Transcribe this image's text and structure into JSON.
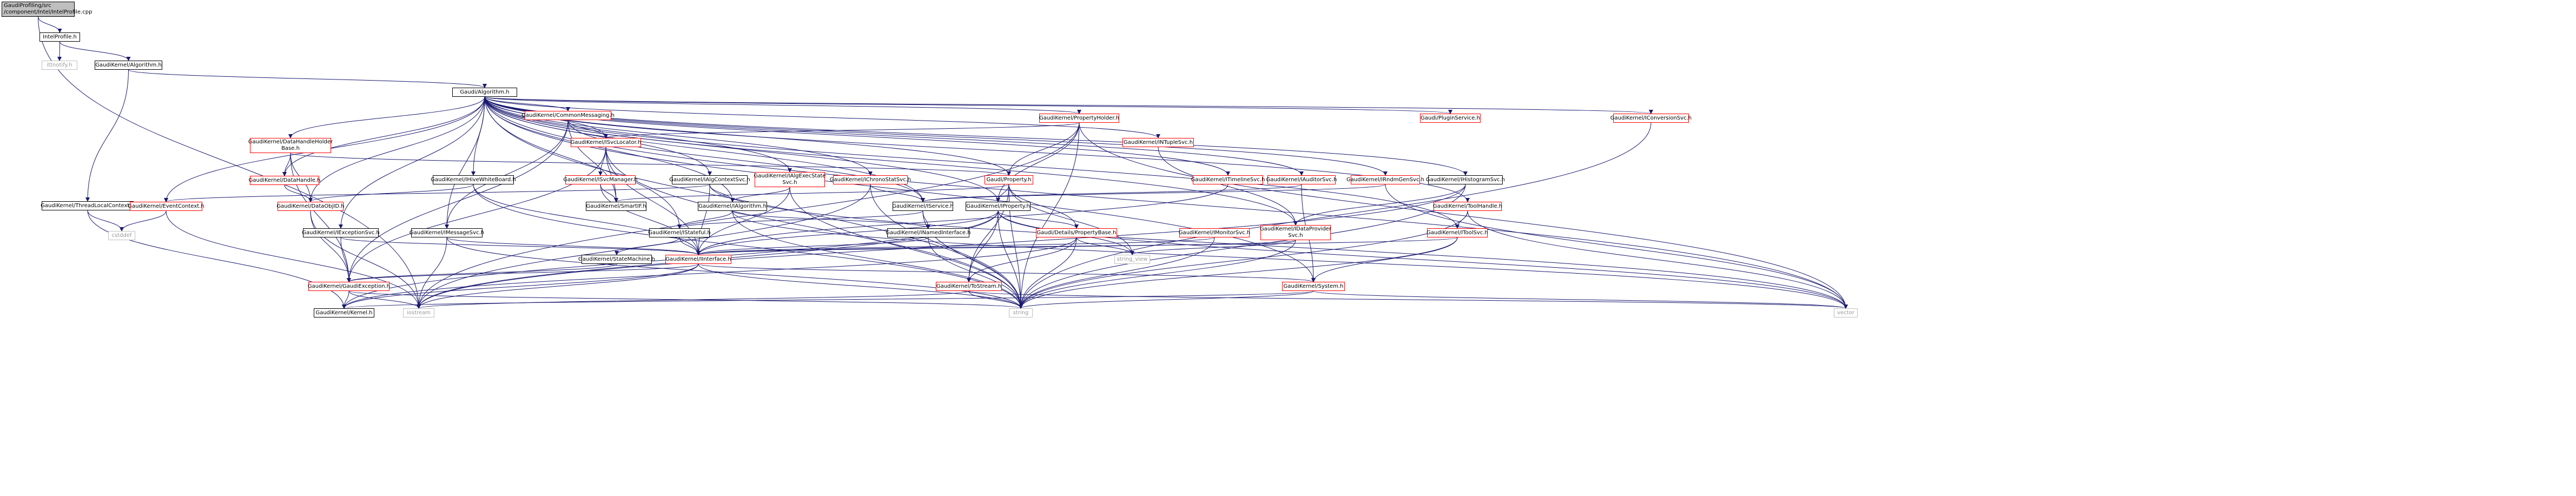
{
  "graph": {
    "root": "GaudiProfiling/src/component/Intel/IntelProfile.cpp",
    "edge_color": "#191970",
    "nodes": [
      {
        "id": "root",
        "label": "GaudiProfiling/src\n/component/Intel/IntelProfile.cpp",
        "kind": "root"
      },
      {
        "id": "intelprofile",
        "label": "IntelProfile.h",
        "kind": "black"
      },
      {
        "id": "ittnotify",
        "label": "ittnotify.h",
        "kind": "noborder"
      },
      {
        "id": "kalg",
        "label": "GaudiKernel/Algorithm.h",
        "kind": "black"
      },
      {
        "id": "tlc",
        "label": "GaudiKernel/ThreadLocalContext.h",
        "kind": "black"
      },
      {
        "id": "galg",
        "label": "Gaudi/Algorithm.h",
        "kind": "black"
      },
      {
        "id": "cstddef",
        "label": "cstddef",
        "kind": "noborder"
      },
      {
        "id": "commsg",
        "label": "GaudiKernel/CommonMessaging.h",
        "kind": "red"
      },
      {
        "id": "dhhb",
        "label": "GaudiKernel/DataHandleHolder\nBase.h",
        "kind": "red"
      },
      {
        "id": "dh",
        "label": "GaudiKernel/DataHandle.h",
        "kind": "red"
      },
      {
        "id": "dataobjid",
        "label": "GaudiKernel/DataObjID.h",
        "kind": "red"
      },
      {
        "id": "isvcloc",
        "label": "GaudiKernel/ISvcLocator.h",
        "kind": "red"
      },
      {
        "id": "isvcmgr",
        "label": "GaudiKernel/ISvcManager.h",
        "kind": "red"
      },
      {
        "id": "ihwb",
        "label": "GaudiKernel/IHiveWhiteBoard.h",
        "kind": "black"
      },
      {
        "id": "smartif",
        "label": "GaudiKernel/SmartIF.h",
        "kind": "black"
      },
      {
        "id": "ialgctx",
        "label": "GaudiKernel/IAlgContextSvc.h",
        "kind": "black"
      },
      {
        "id": "ialgexec",
        "label": "GaudiKernel/IAlgExecState\nSvc.h",
        "kind": "red"
      },
      {
        "id": "ichrono",
        "label": "GaudiKernel/IChronoStatSvc.h",
        "kind": "red"
      },
      {
        "id": "ialgorithm",
        "label": "GaudiKernel/IAlgorithm.h",
        "kind": "black"
      },
      {
        "id": "iservice",
        "label": "GaudiKernel/IService.h",
        "kind": "black"
      },
      {
        "id": "propholder",
        "label": "GaudiKernel/PropertyHolder.h",
        "kind": "red"
      },
      {
        "id": "gprop",
        "label": "Gaudi/Property.h",
        "kind": "red"
      },
      {
        "id": "iproperty",
        "label": "GaudiKernel/IProperty.h",
        "kind": "black"
      },
      {
        "id": "intuple",
        "label": "GaudiKernel/INTupleSvc.h",
        "kind": "red"
      },
      {
        "id": "itimeline",
        "label": "GaudiKernel/ITimelineSvc.h",
        "kind": "red"
      },
      {
        "id": "iauditor",
        "label": "GaudiKernel/IAuditorSvc.h",
        "kind": "red"
      },
      {
        "id": "irndm",
        "label": "GaudiKernel/IRndmGenSvc.h",
        "kind": "red"
      },
      {
        "id": "ihisto",
        "label": "GaudiKernel/IHistogramSvc.h",
        "kind": "black"
      },
      {
        "id": "pluginsvc",
        "label": "Gaudi/PluginService.h",
        "kind": "red"
      },
      {
        "id": "iconv",
        "label": "GaudiKernel/IConversionSvc.h",
        "kind": "red"
      },
      {
        "id": "toolhandle",
        "label": "GaudiKernel/ToolHandle.h",
        "kind": "red"
      },
      {
        "id": "itoolsvc",
        "label": "GaudiKernel/IToolSvc.h",
        "kind": "red"
      },
      {
        "id": "eventctx",
        "label": "GaudiKernel/EventContext.h",
        "kind": "red"
      },
      {
        "id": "iexcsvc",
        "label": "GaudiKernel/IExceptionSvc.h",
        "kind": "black"
      },
      {
        "id": "imsgsvc",
        "label": "GaudiKernel/IMessageSvc.h",
        "kind": "black"
      },
      {
        "id": "istateful",
        "label": "GaudiKernel/IStateful.h",
        "kind": "black"
      },
      {
        "id": "inamed",
        "label": "GaudiKernel/INamedInterface.h",
        "kind": "black"
      },
      {
        "id": "pbase",
        "label": "Gaudi/Details/PropertyBase.h",
        "kind": "red"
      },
      {
        "id": "imonitor",
        "label": "GaudiKernel/IMonitorSvc.h",
        "kind": "red"
      },
      {
        "id": "idataprov",
        "label": "GaudiKernel/IDataProvider\nSvc.h",
        "kind": "red"
      },
      {
        "id": "statemachine",
        "label": "GaudiKernel/StateMachine.h",
        "kind": "black"
      },
      {
        "id": "iinterface",
        "label": "GaudiKernel/IInterface.h",
        "kind": "red"
      },
      {
        "id": "gexc",
        "label": "GaudiKernel/GaudiException.h",
        "kind": "red"
      },
      {
        "id": "tostream",
        "label": "GaudiKernel/ToStream.h",
        "kind": "red"
      },
      {
        "id": "system",
        "label": "GaudiKernel/System.h",
        "kind": "red"
      },
      {
        "id": "kernel",
        "label": "GaudiKernel/Kernel.h",
        "kind": "black"
      },
      {
        "id": "iostream",
        "label": "iostream",
        "kind": "noborder"
      },
      {
        "id": "string",
        "label": "string",
        "kind": "noborder"
      },
      {
        "id": "string_view",
        "label": "string_view",
        "kind": "noborder"
      },
      {
        "id": "vector",
        "label": "vector",
        "kind": "noborder"
      }
    ],
    "edges": [
      [
        "root",
        "intelprofile"
      ],
      [
        "root",
        "iostream"
      ],
      [
        "intelprofile",
        "ittnotify"
      ],
      [
        "intelprofile",
        "kalg"
      ],
      [
        "kalg",
        "galg"
      ],
      [
        "kalg",
        "tlc"
      ],
      [
        "tlc",
        "cstddef"
      ],
      [
        "tlc",
        "kernel"
      ],
      [
        "galg",
        "commsg"
      ],
      [
        "galg",
        "dhhb"
      ],
      [
        "galg",
        "dh"
      ],
      [
        "galg",
        "dataobjid"
      ],
      [
        "galg",
        "isvcloc"
      ],
      [
        "galg",
        "ihwb"
      ],
      [
        "galg",
        "ialgctx"
      ],
      [
        "galg",
        "ialgexec"
      ],
      [
        "galg",
        "ichrono"
      ],
      [
        "galg",
        "ialgorithm"
      ],
      [
        "galg",
        "iservice"
      ],
      [
        "galg",
        "propholder"
      ],
      [
        "galg",
        "gprop"
      ],
      [
        "galg",
        "iproperty"
      ],
      [
        "galg",
        "intuple"
      ],
      [
        "galg",
        "itimeline"
      ],
      [
        "galg",
        "iauditor"
      ],
      [
        "galg",
        "irndm"
      ],
      [
        "galg",
        "ihisto"
      ],
      [
        "galg",
        "pluginsvc"
      ],
      [
        "galg",
        "iconv"
      ],
      [
        "galg",
        "toolhandle"
      ],
      [
        "galg",
        "itoolsvc"
      ],
      [
        "galg",
        "eventctx"
      ],
      [
        "galg",
        "iexcsvc"
      ],
      [
        "galg",
        "imsgsvc"
      ],
      [
        "galg",
        "istateful"
      ],
      [
        "galg",
        "idataprov"
      ],
      [
        "galg",
        "system"
      ],
      [
        "galg",
        "string"
      ],
      [
        "galg",
        "vector"
      ],
      [
        "commsg",
        "isvcloc"
      ],
      [
        "commsg",
        "imsgsvc"
      ],
      [
        "commsg",
        "smartif"
      ],
      [
        "commsg",
        "gexc"
      ],
      [
        "commsg",
        "iservice"
      ],
      [
        "dhhb",
        "dh"
      ],
      [
        "dhhb",
        "dataobjid"
      ],
      [
        "dhhb",
        "gprop"
      ],
      [
        "dhhb",
        "gexc"
      ],
      [
        "dh",
        "dataobjid"
      ],
      [
        "dataobjid",
        "gexc"
      ],
      [
        "dataobjid",
        "iostream"
      ],
      [
        "isvcloc",
        "isvcmgr"
      ],
      [
        "isvcloc",
        "smartif"
      ],
      [
        "isvcloc",
        "iinterface"
      ],
      [
        "isvcloc",
        "string"
      ],
      [
        "isvcloc",
        "gexc"
      ],
      [
        "isvcmgr",
        "smartif"
      ],
      [
        "isvcmgr",
        "iinterface"
      ],
      [
        "ihwb",
        "dataobjid"
      ],
      [
        "ihwb",
        "iinterface"
      ],
      [
        "ihwb",
        "string"
      ],
      [
        "ialgctx",
        "iinterface"
      ],
      [
        "ialgctx",
        "ialgorithm"
      ],
      [
        "ialgctx",
        "eventctx"
      ],
      [
        "ialgctx",
        "vector"
      ],
      [
        "ialgexec",
        "iinterface"
      ],
      [
        "ialgexec",
        "ialgorithm"
      ],
      [
        "ialgexec",
        "string"
      ],
      [
        "ichrono",
        "iservice"
      ],
      [
        "ichrono",
        "string"
      ],
      [
        "ichrono",
        "iostream"
      ],
      [
        "ialgorithm",
        "istateful"
      ],
      [
        "ialgorithm",
        "inamed"
      ],
      [
        "ialgorithm",
        "string"
      ],
      [
        "ialgorithm",
        "vector"
      ],
      [
        "iservice",
        "istateful"
      ],
      [
        "iservice",
        "inamed"
      ],
      [
        "iservice",
        "string"
      ],
      [
        "propholder",
        "gprop"
      ],
      [
        "propholder",
        "iproperty"
      ],
      [
        "propholder",
        "isvcloc"
      ],
      [
        "propholder",
        "string"
      ],
      [
        "propholder",
        "iostream"
      ],
      [
        "propholder",
        "vector"
      ],
      [
        "gprop",
        "pbase"
      ],
      [
        "gprop",
        "iproperty"
      ],
      [
        "gprop",
        "smartif"
      ],
      [
        "gprop",
        "tostream"
      ],
      [
        "gprop",
        "string"
      ],
      [
        "gprop",
        "string_view"
      ],
      [
        "iproperty",
        "iinterface"
      ],
      [
        "iproperty",
        "pbase"
      ],
      [
        "iproperty",
        "string"
      ],
      [
        "iproperty",
        "string_view"
      ],
      [
        "iproperty",
        "vector"
      ],
      [
        "iproperty",
        "iostream"
      ],
      [
        "iproperty",
        "kernel"
      ],
      [
        "iproperty",
        "tostream"
      ],
      [
        "intuple",
        "idataprov"
      ],
      [
        "itimeline",
        "iinterface"
      ],
      [
        "iauditor",
        "iservice"
      ],
      [
        "iauditor",
        "system"
      ],
      [
        "irndm",
        "iservice"
      ],
      [
        "irndm",
        "vector"
      ],
      [
        "ihisto",
        "idataprov"
      ],
      [
        "ihisto",
        "string"
      ],
      [
        "ihisto",
        "iostream"
      ],
      [
        "iconv",
        "string"
      ],
      [
        "toolhandle",
        "itoolsvc"
      ],
      [
        "toolhandle",
        "string"
      ],
      [
        "toolhandle",
        "vector"
      ],
      [
        "itoolsvc",
        "iinterface"
      ],
      [
        "itoolsvc",
        "system"
      ],
      [
        "itoolsvc",
        "string"
      ],
      [
        "eventctx",
        "iostream"
      ],
      [
        "eventctx",
        "cstddef"
      ],
      [
        "iexcsvc",
        "gexc"
      ],
      [
        "iexcsvc",
        "iinterface"
      ],
      [
        "imsgsvc",
        "iinterface"
      ],
      [
        "imsgsvc",
        "iostream"
      ],
      [
        "imsgsvc",
        "string"
      ],
      [
        "istateful",
        "statemachine"
      ],
      [
        "istateful",
        "iinterface"
      ],
      [
        "inamed",
        "iinterface"
      ],
      [
        "inamed",
        "string"
      ],
      [
        "pbase",
        "string"
      ],
      [
        "pbase",
        "string_view"
      ],
      [
        "pbase",
        "kernel"
      ],
      [
        "pbase",
        "tostream"
      ],
      [
        "imonitor",
        "iinterface"
      ],
      [
        "imonitor",
        "string"
      ],
      [
        "idataprov",
        "iinterface"
      ],
      [
        "idataprov",
        "string"
      ],
      [
        "idataprov",
        "string_view"
      ],
      [
        "statemachine",
        "gexc"
      ],
      [
        "iinterface",
        "kernel"
      ],
      [
        "iinterface",
        "system"
      ],
      [
        "iinterface",
        "gexc"
      ],
      [
        "iinterface",
        "iostream"
      ],
      [
        "iinterface",
        "string"
      ],
      [
        "gexc",
        "kernel"
      ],
      [
        "gexc",
        "iostream"
      ],
      [
        "gexc",
        "string"
      ],
      [
        "tostream",
        "iostream"
      ],
      [
        "tostream",
        "string"
      ],
      [
        "tostream",
        "vector"
      ],
      [
        "system",
        "kernel"
      ],
      [
        "system",
        "string"
      ],
      [
        "system",
        "vector"
      ]
    ]
  }
}
